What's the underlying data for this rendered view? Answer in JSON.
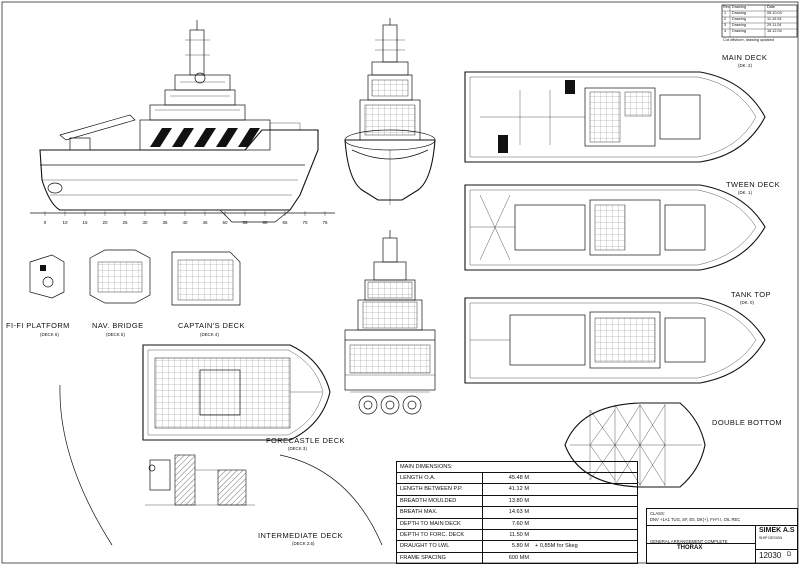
{
  "revision_block": {
    "headers": [
      "Rev.",
      "Drawing",
      "Date"
    ],
    "rows": [
      [
        "1",
        "Drawing",
        "05.10.04"
      ],
      [
        "2",
        "Drawing",
        "11.10.04"
      ],
      [
        "3",
        "Drawing",
        "29.11.04"
      ],
      [
        "4",
        "Drawing",
        "16.12.04"
      ]
    ],
    "note": "Cut offshore, drawing updated"
  },
  "views": {
    "main_deck": {
      "title": "MAIN DECK",
      "sub": "(DK. 2)"
    },
    "tween_deck": {
      "title": "TWEEN DECK",
      "sub": "(DK. 1)"
    },
    "tank_top": {
      "title": "TANK TOP",
      "sub": "(DK. 0)"
    },
    "double_bottom": {
      "title": "DOUBLE BOTTOM"
    },
    "fifi_platform": {
      "title": "FI-FI PLATFORM",
      "sub": "(DECK 6)"
    },
    "nav_bridge": {
      "title": "NAV. BRIDGE",
      "sub": "(DECK 5)"
    },
    "captains_deck": {
      "title": "CAPTAIN'S DECK",
      "sub": "(DECK 4)"
    },
    "forecastle_deck": {
      "title": "FORECASTLE DECK",
      "sub": "(DECK 3)"
    },
    "intermediate_deck": {
      "title": "INTERMEDIATE DECK",
      "sub": "(DECK 2.5)"
    }
  },
  "frame_numbers": [
    "0",
    "10",
    "15",
    "20",
    "25",
    "30",
    "35",
    "40",
    "45",
    "50",
    "55",
    "60",
    "65",
    "70",
    "75"
  ],
  "main_dimensions": {
    "title": "MAIN DIMENSIONS:",
    "rows": [
      {
        "label": "LENGTH O.A.",
        "value": "45.48 M",
        "note": ""
      },
      {
        "label": "LENGTH BETWEEN P.P.",
        "value": "41.12 M",
        "note": ""
      },
      {
        "label": "BREADTH MOULDED",
        "value": "13.80 M",
        "note": ""
      },
      {
        "label": "BREATH MAX.",
        "value": "14.63 M",
        "note": ""
      },
      {
        "label": "DEPTH TO MAIN DECK",
        "value": "7.60 M",
        "note": ""
      },
      {
        "label": "DEPTH TO FORC. DECK",
        "value": "11.50 M",
        "note": ""
      },
      {
        "label": "DRAUGHT TO LWL",
        "value": "5.80 M",
        "note": "+ 0,85M for Skeg"
      },
      {
        "label": "FRAME SPACING",
        "value": "600 MM",
        "note": ""
      }
    ]
  },
  "title_block": {
    "class_label": "CLASS:",
    "class_text": "DNV +1A1 TUG, SF, E0, DK(+), FI-FI I, OIL REC",
    "company": "SIMEK A.S",
    "company_sub": "SHIP DESIGN",
    "drawing_title": "GENERAL ARRANGEMENT COMPLETE",
    "vessel": "THORAX",
    "drawing_number": "12030",
    "revision": "D"
  }
}
